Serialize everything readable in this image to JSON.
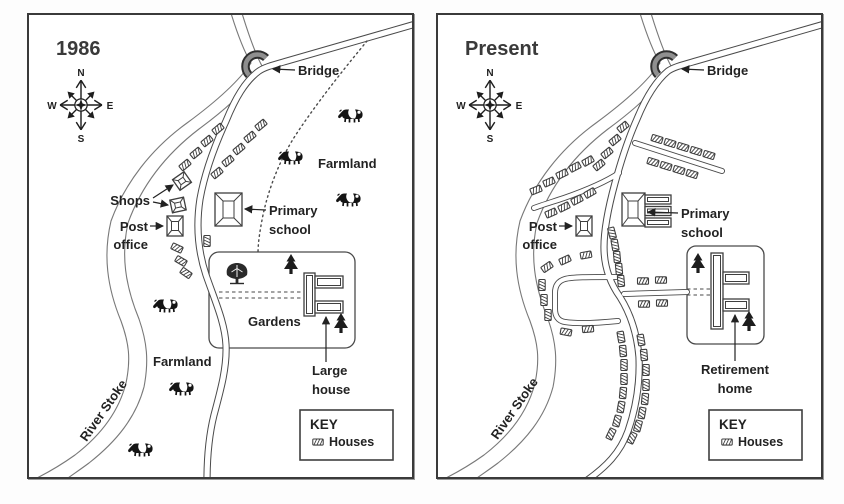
{
  "page": {
    "kind": "before-after village map comparison",
    "colors": {
      "line": "#4a4a4a",
      "text": "#222222",
      "background": "#ffffff",
      "dark_fill": "#1d1d1d"
    }
  },
  "icons": {
    "house": "small hatched rectangle",
    "cow": "black-and-white cow silhouette",
    "pine_tree": "dark conifer triangle",
    "round_tree": "dark deciduous tree crown",
    "bridge": "dark arch over river",
    "compass": "eight-point compass rose"
  },
  "maps": [
    {
      "id": "map-1986",
      "title": "1986",
      "compass": {
        "n": "N",
        "e": "E",
        "s": "S",
        "w": "W"
      },
      "labels": {
        "bridge": "Bridge",
        "shops": "Shops",
        "post_office_line1": "Post",
        "post_office_line2": "office",
        "primary_school_line1": "Primary",
        "primary_school_line2": "school",
        "farmland_north": "Farmland",
        "farmland_south": "Farmland",
        "gardens": "Gardens",
        "large_house_line1": "Large",
        "large_house_line2": "house",
        "river": "River Stoke",
        "key_title": "KEY",
        "key_houses": "Houses"
      }
    },
    {
      "id": "map-present",
      "title": "Present",
      "compass": {
        "n": "N",
        "e": "E",
        "s": "S",
        "w": "W"
      },
      "labels": {
        "bridge": "Bridge",
        "post_office_line1": "Post",
        "post_office_line2": "office",
        "primary_school_line1": "Primary",
        "primary_school_line2": "school",
        "retirement_home_line1": "Retirement",
        "retirement_home_line2": "home",
        "river": "River Stoke",
        "key_title": "KEY",
        "key_houses": "Houses"
      }
    }
  ]
}
